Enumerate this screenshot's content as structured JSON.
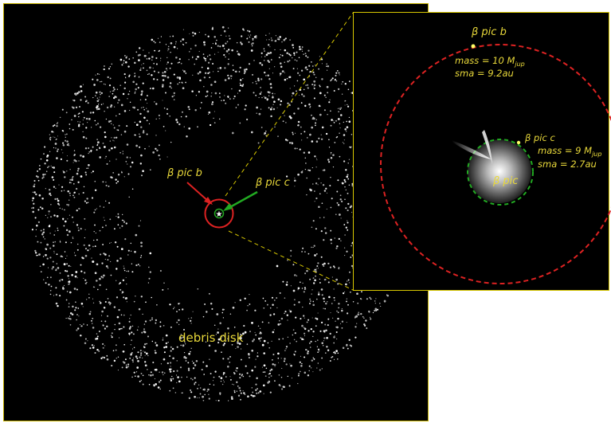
{
  "main": {
    "label_b": "β pic b",
    "label_c": "β pic c",
    "debris_label": "debris disk"
  },
  "inset": {
    "b_name": "β pic b",
    "b_mass_prefix": "mass = 10 M",
    "b_mass_sub": "jup",
    "b_sma": "sma = 9.2au",
    "c_name": "β pic c",
    "c_mass_prefix": "mass = 9 M",
    "c_mass_sub": "jup",
    "c_sma": "sma = 2.7au",
    "star_name": "β pic"
  },
  "colors": {
    "text": "#e8d83a",
    "orbit_b": "#dd2222",
    "orbit_c": "#22aa22",
    "frame": "#d8c800",
    "planet": "#ffff66",
    "star": "#ffffff"
  }
}
